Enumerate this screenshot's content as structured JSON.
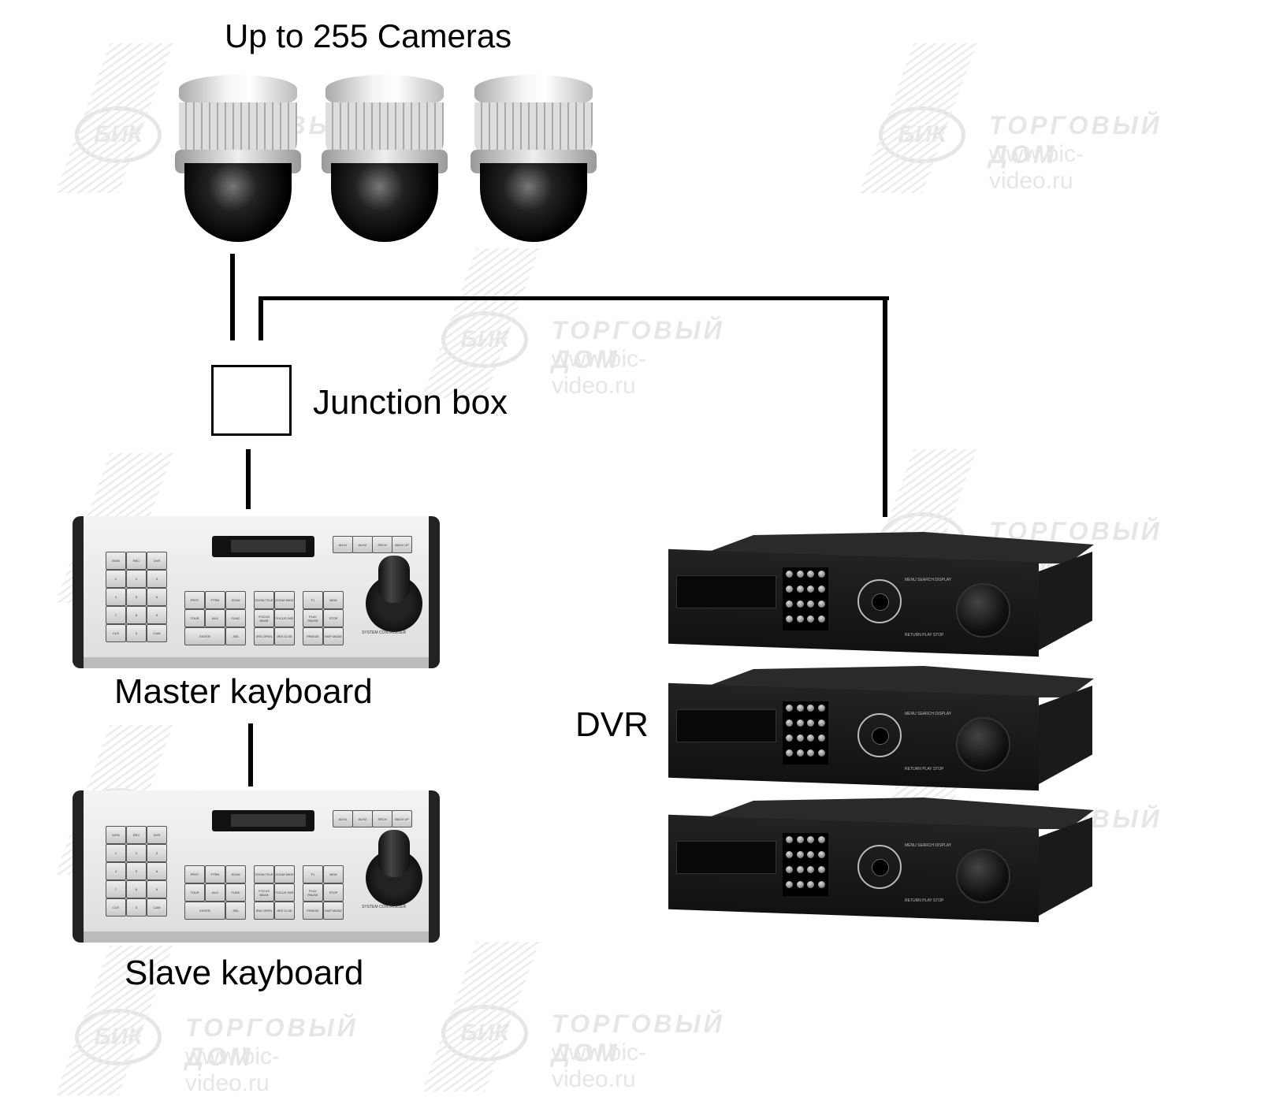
{
  "title": "Up to 255 Cameras",
  "junction_box": "Junction box",
  "master_keyboard": "Master kayboard",
  "slave_keyboard": "Slave kayboard",
  "dvr": "DVR",
  "watermark": {
    "logo": "БИК",
    "company": "ТОРГОВЫЙ ДОМ",
    "url": "www.bic-video.ru"
  },
  "keyboard": {
    "top_keys": [
      "AUX1",
      "AUX2",
      "SRCH",
      "BACK UP"
    ],
    "numpad": [
      "MON",
      "REC",
      "DVR",
      "1",
      "2",
      "3",
      "4",
      "5",
      "6",
      "7",
      "8",
      "9",
      "CLR",
      "0",
      "CAM"
    ],
    "ptz_keys": [
      "PRST",
      "PTRN",
      "SCAN",
      "TOUR",
      "AUX",
      "FUNC",
      "ENTER",
      "-SEL"
    ],
    "lens_keys": [
      "ZOOM TELE",
      "ZOOM WIDE",
      "FOCUS NEAR",
      "FOCUS FAR",
      "IRIS OPEN",
      "IRIS CLSE"
    ],
    "play_keys": [
      "F1",
      "NEW",
      "PLAY PAUSE",
      "STOP",
      "FREEZE",
      "SKIP MODE"
    ],
    "footer": "SYSTEM CONTROLLER"
  },
  "dvr_panel": {
    "top_labels": "MENU  SEARCH  DISPLAY",
    "bottom_labels": "RETURN   PLAY   STOP"
  }
}
